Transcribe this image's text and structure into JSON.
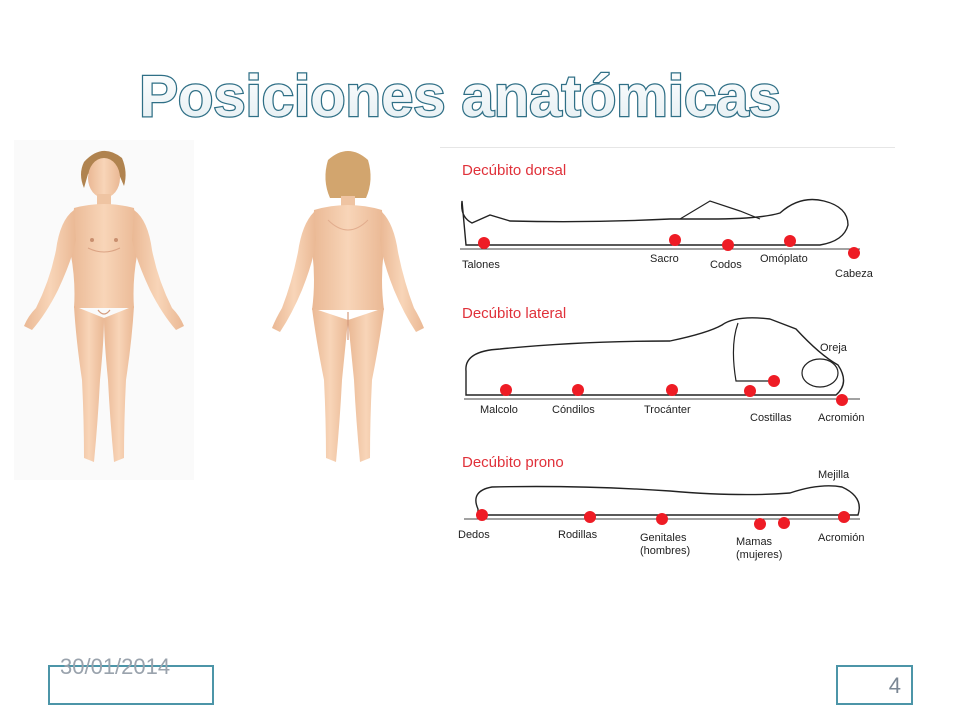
{
  "slide": {
    "title": "Posiciones anatómicas",
    "date": "30/01/2014",
    "page_number": "4"
  },
  "diagram": {
    "sections": [
      {
        "heading": "Decúbito dorsal",
        "points": [
          "Talones",
          "Sacro",
          "Codos",
          "Omóplato",
          "Cabeza"
        ]
      },
      {
        "heading": "Decúbito lateral",
        "points": [
          "Oreja",
          "Malcolo",
          "Cóndilos",
          "Trocánter",
          "Costillas",
          "Acromión"
        ]
      },
      {
        "heading": "Decúbito prono",
        "points": [
          "Mejilla",
          "Dedos",
          "Rodillas",
          "Genitales",
          "(hombres)",
          "Mamas",
          "(mujeres)",
          "Acromión"
        ]
      }
    ]
  },
  "colors": {
    "heading_red": "#e0313a",
    "pressure_dot": "#ee1c25",
    "skin": "#f4c9a8",
    "title_stroke": "#2f6f86",
    "box_border": "#4c95a8"
  }
}
